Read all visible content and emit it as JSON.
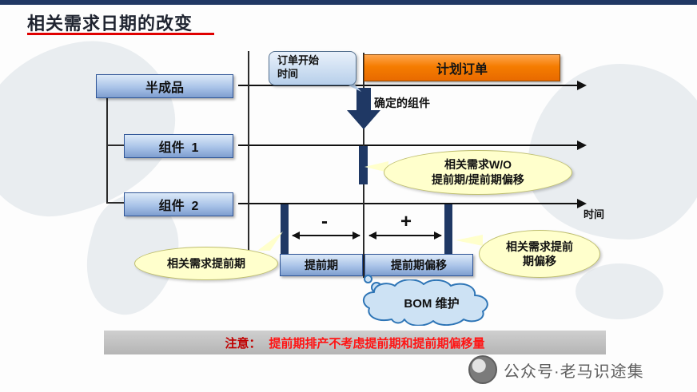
{
  "title": "相关需求日期的改变",
  "hierarchy": {
    "items": [
      {
        "label": "半成品"
      },
      {
        "label": "组件  1"
      },
      {
        "label": "组件  2"
      }
    ]
  },
  "timeline": {
    "axis_label": "时间"
  },
  "top": {
    "order_start_callout": "订单开始时间",
    "planned_order": "计划订单",
    "confirmed_component": "确定的组件"
  },
  "callouts": {
    "wo_lines": [
      "相关需求W/O",
      "提前期/提前期偏移"
    ],
    "leadtime": "相关需求提前期",
    "offset": "相关需求提前期偏移",
    "bom": "BOM 维护"
  },
  "measure": {
    "minus": "-",
    "plus": "+",
    "leadtime_box": "提前期",
    "offset_box": "提前期偏移"
  },
  "note": {
    "prefix": "注意：",
    "body": "提前期排产不考虑提前期和提前期偏移量"
  },
  "watermark": {
    "text": "公众号·老马识途集"
  },
  "colors": {
    "navy": "#1F3864",
    "box_blue_light": "#DCE9F8",
    "box_blue_dark": "#7E9ECF",
    "orange": "#F57C00",
    "callout_yellow": "#FFFFCC",
    "cloud_blue": "#CDE2F4",
    "cloud_border": "#2E75B6",
    "title_underline_red": "#E00000",
    "note_red": "#FF1414",
    "note_dark_red": "#C00000",
    "note_bar_gray": "#BFBFBF"
  }
}
